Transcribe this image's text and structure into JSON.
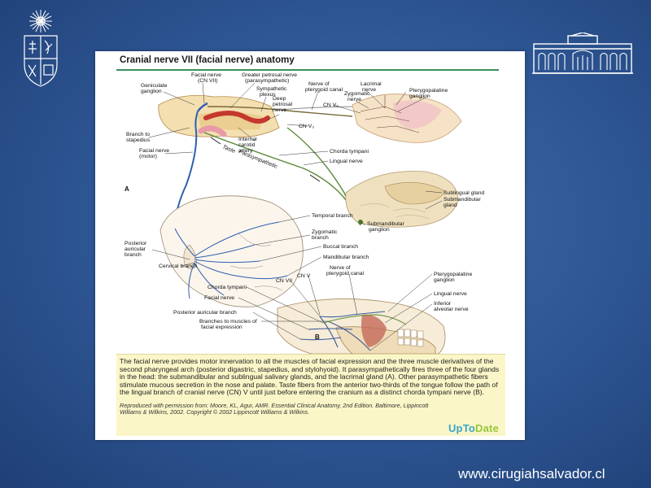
{
  "slide": {
    "footer_url": "www.cirugiahsalvador.cl"
  },
  "figure": {
    "title": "Cranial nerve VII (facial nerve) anatomy",
    "label_a": "A",
    "label_b": "B",
    "labels_a": {
      "facial_nerve_cn7": [
        "Facial nerve",
        "(CN VII)"
      ],
      "greater_petrosal": [
        "Greater petrosal nerve",
        "(parasympathetic)"
      ],
      "sympathetic_plexus": [
        "Sympathetic",
        "plexus"
      ],
      "deep_petrosal": [
        "Deep",
        "petrosal",
        "nerve"
      ],
      "nerve_pterygoid_canal": [
        "Nerve of",
        "pterygoid canal"
      ],
      "lacrimal_nerve": [
        "Lacrimal",
        "nerve"
      ],
      "zygomatic_nerve": [
        "Zygomatic",
        "nerve"
      ],
      "cn_v2": "CN V₂",
      "pterygopalatine_ganglion": [
        "Pterygopalatine",
        "ganglion"
      ],
      "geniculate_ganglion": [
        "Geniculate",
        "ganglion"
      ],
      "branch_to_stapedius": [
        "Branch to",
        "stapedius"
      ],
      "internal_carotid": [
        "Internal",
        "carotid",
        "artery"
      ],
      "cn_v3": "CN V₃",
      "facial_nerve_motor": [
        "Facial nerve",
        "(motor)"
      ],
      "taste": "Taste",
      "parasympathetic": "Parasympathetic",
      "chorda_tympani": "Chorda tympani",
      "lingual_nerve": "Lingual nerve",
      "sublingual_gland": "Sublingual gland",
      "submandibular_gland": [
        "Submandibular",
        "gland"
      ],
      "temporal_branch": "Temporal branch",
      "submandibular_ganglion": [
        "Submandibular",
        "ganglion"
      ],
      "zygomatic_branch": [
        "Zygomatic",
        "branch"
      ],
      "buccal_branch": "Buccal branch",
      "mandibular_branch": "Mandibular branch",
      "posterior_auricular": [
        "Posterior",
        "auricular",
        "branch"
      ],
      "cervical_branch": "Cervical branch"
    },
    "labels_b": {
      "nerve_pterygoid_canal": [
        "Nerve of",
        "pterygoid canal"
      ],
      "cn_v": "CN V",
      "cn_vii": "CN VII",
      "pterygopalatine_ganglion": [
        "Pterygopalatine",
        "ganglion"
      ],
      "chorda_tympani": "Chorda tympani",
      "lingual_nerve": "Lingual nerve",
      "facial_nerve": "Facial nerve",
      "inferior_alveolar": [
        "Inferior",
        "alveolar nerve"
      ],
      "posterior_auricular": "Posterior auricular branch",
      "branches_muscles": [
        "Branches to muscles of",
        "facial expression"
      ]
    }
  },
  "caption": {
    "text": "The facial nerve provides motor innervation to all the muscles of facial expression and the three muscle derivatives of the second pharyngeal arch (posterior digastric, stapedius, and stylohyoid). It parasympathetically fires three of the four glands in the head: the submandibular and sublingual salivary glands, and the lacrimal gland (A). Other parasympathetic fibers stimulate mucous secretion in the nose and palate. Taste fibers from the anterior two-thirds of the tongue follow the path of the lingual branch of cranial nerve (CN) V until just before entering the cranium as a distinct chorda tympani nerve (B).",
    "credit": "Reproduced with permission from: Moore, KL, Agur, AMR. Essential Clinical Anatomy, 2nd Edition. Baltimore, Lippincott Williams & Wilkins, 2002. Copyright © 2002 Lippincott Williams & Wilkins.",
    "brand_a": "UpTo",
    "brand_b": "Date"
  }
}
